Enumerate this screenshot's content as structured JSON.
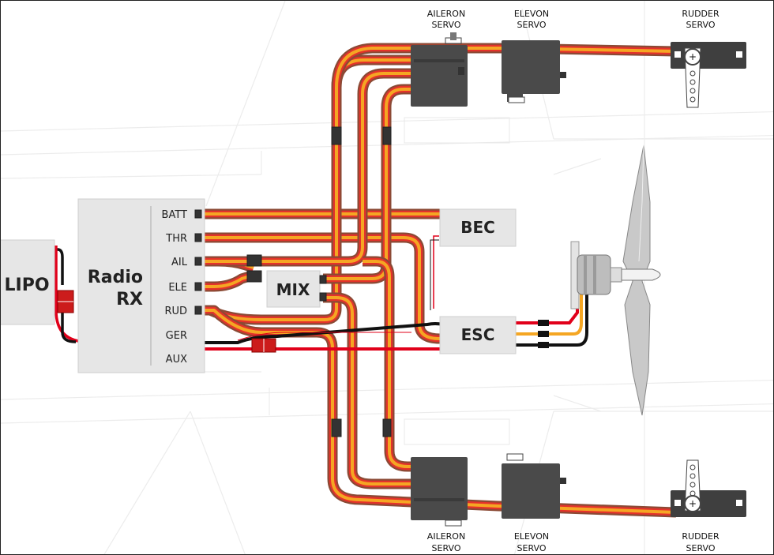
{
  "blocks": {
    "lipo": "LIPO",
    "rx_line1": "Radio",
    "rx_line2": "RX",
    "mix": "MIX",
    "bec": "BEC",
    "esc": "ESC"
  },
  "rx_channels": [
    "BATT",
    "THR",
    "AIL",
    "ELE",
    "RUD",
    "GER",
    "AUX"
  ],
  "servos": {
    "aileron_top": [
      "AILERON",
      "SERVO"
    ],
    "elevon_top": [
      "ELEVON",
      "SERVO"
    ],
    "rudder_top": [
      "RUDDER",
      "SERVO"
    ],
    "aileron_bottom": [
      "AILERON",
      "SERVO"
    ],
    "elevon_bottom": [
      "ELEVON",
      "SERVO"
    ],
    "rudder_bottom": [
      "RUDDER",
      "SERVO"
    ]
  },
  "colors": {
    "servo_brown": "#8b4a35",
    "servo_red": "#e4322b",
    "servo_orange": "#f5a623",
    "power_red": "#e1001a",
    "ground_black": "#111111",
    "block_fill": "#e6e6e6",
    "servo_body": "#4a4a4a"
  }
}
